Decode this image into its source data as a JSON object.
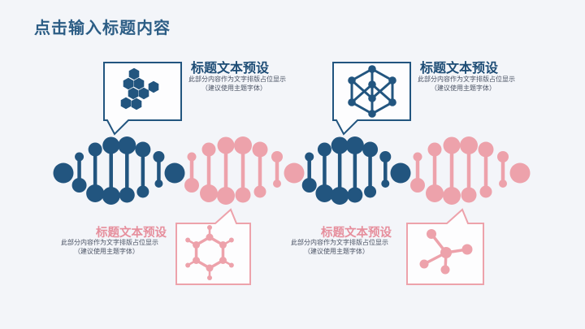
{
  "slide": {
    "title": "点击输入标题内容"
  },
  "theme": {
    "background": "#f3f5f9",
    "blue": "#22557f",
    "blue_title": "#1d4c75",
    "pink": "#eda2ab",
    "pink_title": "#e68e9c",
    "body_text": "#4a5264",
    "bubble_fill": "#fdfdfe",
    "slide_title_color": "#2c5d85"
  },
  "blocks": {
    "top_left": {
      "title": "标题文本预设",
      "body_line1": "此部分内容作为文字排版占位显示",
      "body_line2": "（建议使用主题字体）",
      "icon": "hexagon-cluster-icon"
    },
    "top_right": {
      "title": "标题文本预设",
      "body_line1": "此部分内容作为文字排版占位显示",
      "body_line2": "（建议使用主题字体）",
      "icon": "cube-lattice-icon"
    },
    "bottom_left": {
      "title": "标题文本预设",
      "body_line1": "此部分内容作为文字排版占位显示",
      "body_line2": "（建议使用主题字体）",
      "icon": "ring-molecule-icon"
    },
    "bottom_right": {
      "title": "标题文本预设",
      "body_line1": "此部分内容作为文字排版占位显示",
      "body_line2": "（建议使用主题字体）",
      "icon": "star-molecule-icon"
    }
  }
}
